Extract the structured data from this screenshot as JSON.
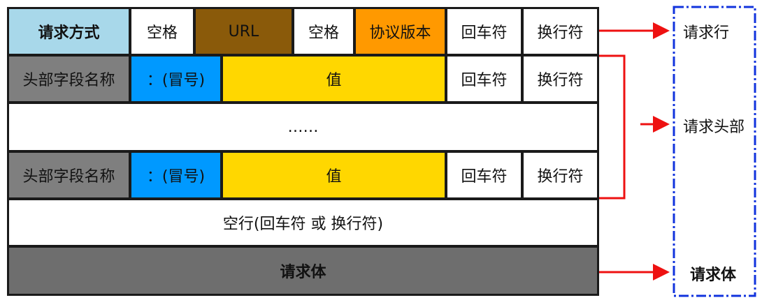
{
  "request_line": {
    "method": "请求方式",
    "space1": "空格",
    "url": "URL",
    "space2": "空格",
    "protocol_version": "协议版本",
    "carriage_return": "回车符",
    "line_feed": "换行符"
  },
  "header_rows": [
    {
      "field_name": "头部字段名称",
      "colon": "：(冒号)",
      "value": "值",
      "carriage_return": "回车符",
      "line_feed": "换行符"
    },
    {
      "field_name": "头部字段名称",
      "colon": "：(冒号)",
      "value": "值",
      "carriage_return": "回车符",
      "line_feed": "换行符"
    }
  ],
  "ellipsis": "……",
  "empty_line": "空行(回车符 或 换行符)",
  "request_body": "请求体",
  "labels": {
    "request_line": "请求行",
    "request_header": "请求头部",
    "request_body": "请求体"
  },
  "colors": {
    "method": "#a8d8ea",
    "url": "#8a5a0a",
    "protocol": "#ff9900",
    "field_name": "#7f7f7f",
    "colon": "#0099ff",
    "value": "#ffd700",
    "body": "#6e6e6e",
    "arrow": "#ee1111",
    "bracket": "#1133dd"
  }
}
